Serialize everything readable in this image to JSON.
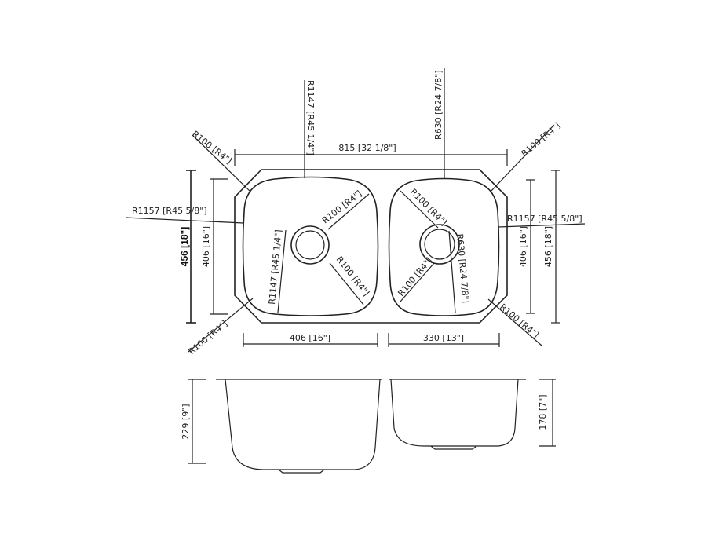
{
  "top_view": {
    "overall_width": "815 [32 1/8\"]",
    "overall_depth": "456 [18\"]",
    "overall_depth_right": "456 [18\"]",
    "left_bowl_depth": "406 [16\"]",
    "right_bowl_depth": "406 [16\"]",
    "left_bowl_width": "406 [16\"]",
    "right_bowl_width": "330 [13\"]",
    "r1147_top": "R1147 [R45 1/4\"]",
    "r1147_inner": "R1147 [R45 1/4\"]",
    "r630_top": "R630 [R24 7/8\"]",
    "r630_inner": "R630 [R24 7/8\"]",
    "r1157_left": "R1157 [R45 5/8\"]",
    "r1157_right": "R1157 [R45 5/8\"]",
    "r100_top_left": "R100 [R4\"]",
    "r100_top_right": "R100 [R4\"]",
    "r100_bottom_left": "R100 [R4\"]",
    "r100_bottom_right": "R100 [R4\"]",
    "r100_left_inner_top": "R100 [R4\"]",
    "r100_left_inner_bottom": "R100 [R4\"]",
    "r100_right_inner_top": "R100 [R4\"]",
    "r100_right_inner_bottom": "R100 [R4\"]"
  },
  "side_view": {
    "left_bowl_height": "229 [9\"]",
    "right_bowl_height": "178 [7\"]"
  }
}
